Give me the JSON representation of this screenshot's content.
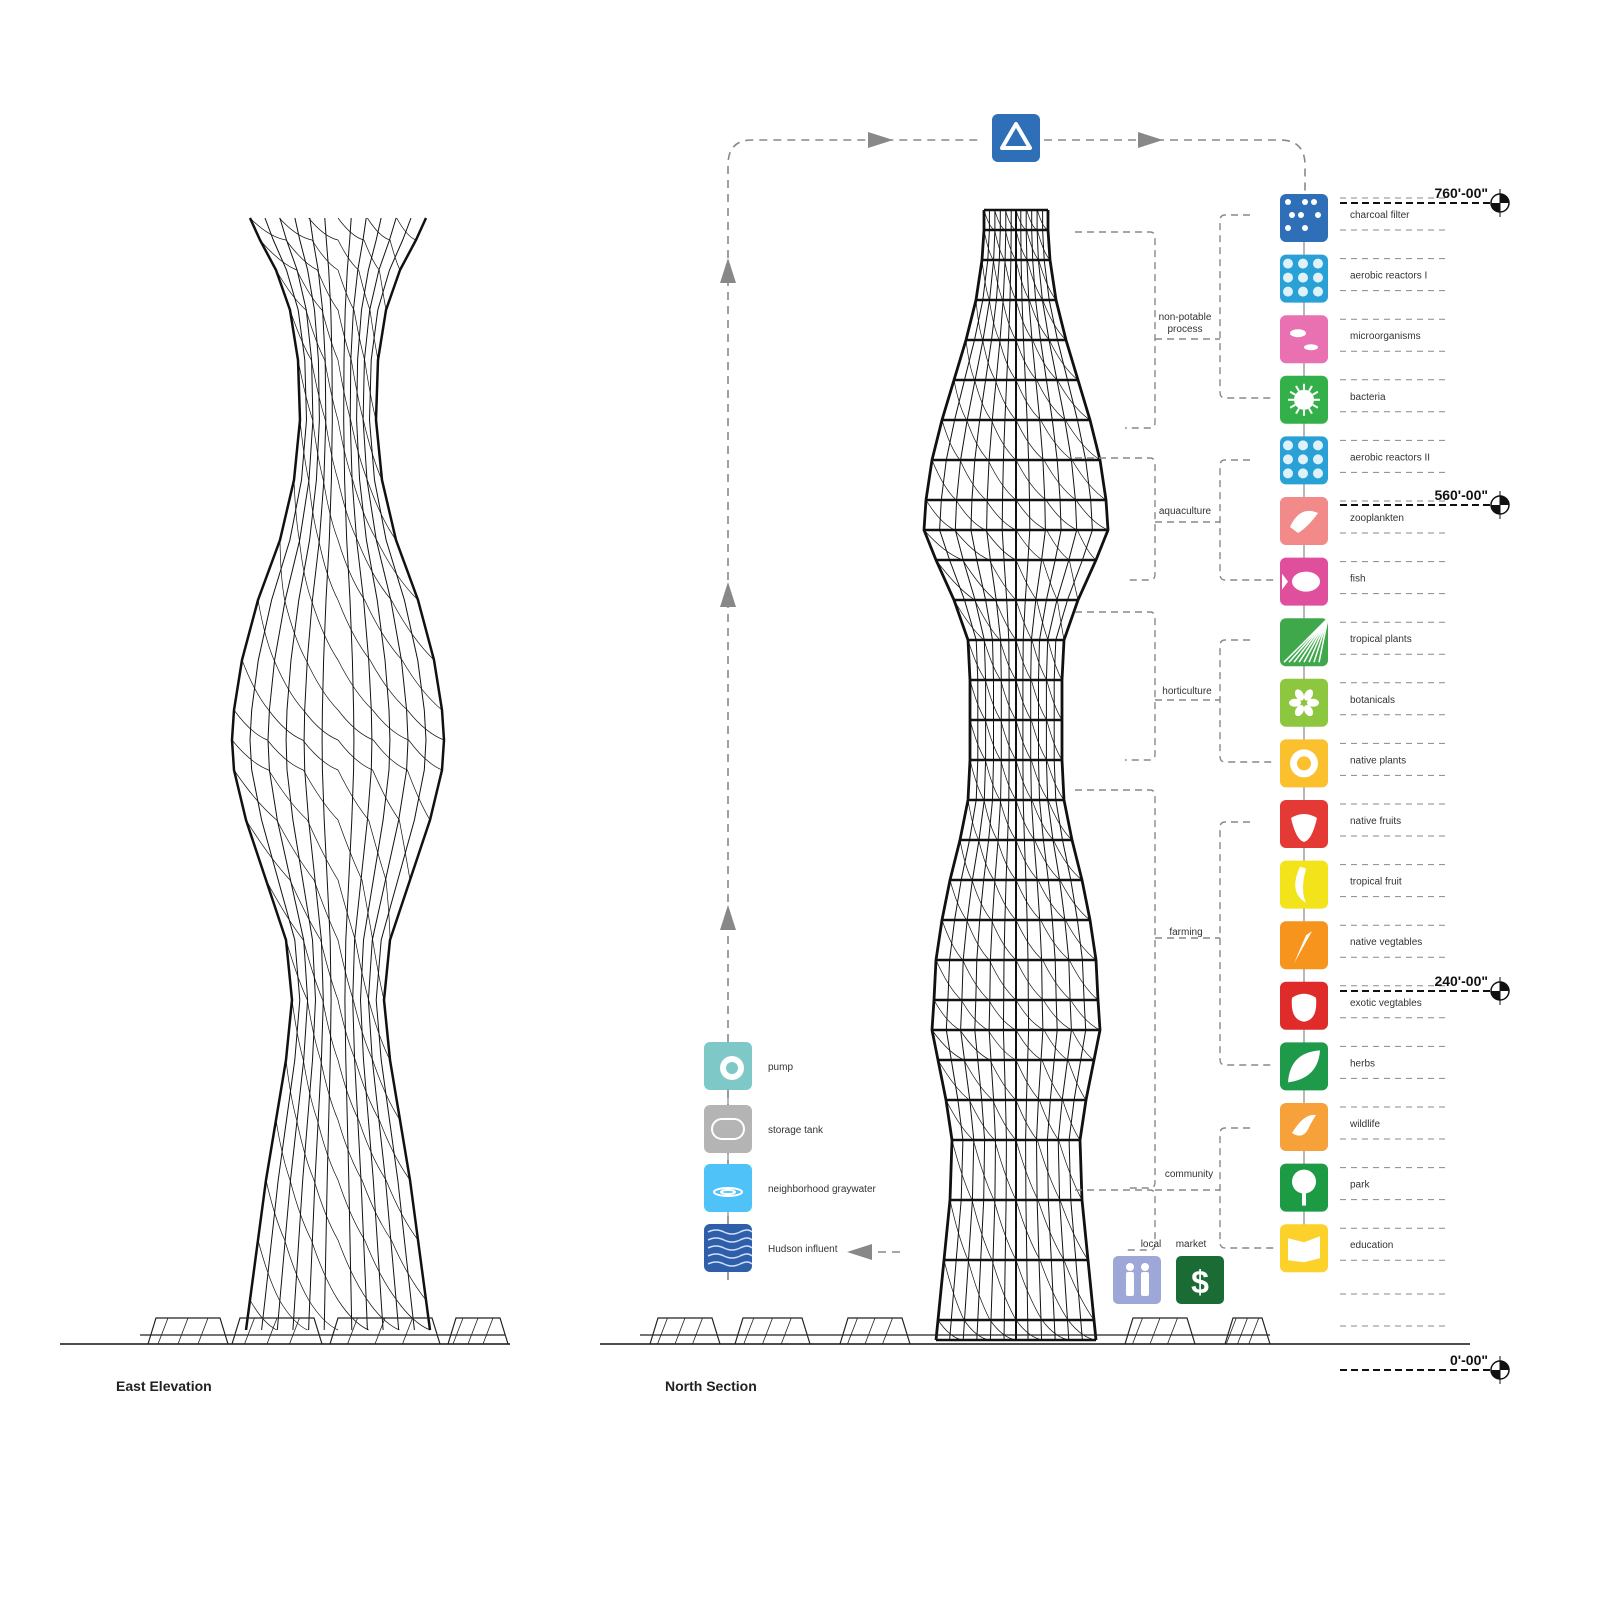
{
  "captions": {
    "left": "East Elevation",
    "right": "North Section"
  },
  "elevations": [
    "760'-00\"",
    "560'-00\"",
    "240'-00\"",
    "0'-00\""
  ],
  "categories": {
    "nonpotable": "non-potable process",
    "aquaculture": "aquaculture",
    "horticulture": "horticulture",
    "farming": "farming",
    "community": "community",
    "local": "local",
    "market": "market"
  },
  "legend": [
    {
      "label": "charcoal filter",
      "color": "#2f6fb8",
      "icon": "bubbles-icon"
    },
    {
      "label": "aerobic reactors I",
      "color": "#2aa1d6",
      "icon": "reactor-icon"
    },
    {
      "label": "microorganisms",
      "color": "#e970b1",
      "icon": "microorganism-icon"
    },
    {
      "label": "bacteria",
      "color": "#33b04a",
      "icon": "bacteria-icon"
    },
    {
      "label": "aerobic reactors II",
      "color": "#2aa1d6",
      "icon": "reactor-icon"
    },
    {
      "label": "zooplankten",
      "color": "#f38a8a",
      "icon": "shrimp-icon"
    },
    {
      "label": "fish",
      "color": "#e04f9c",
      "icon": "fish-icon"
    },
    {
      "label": "tropical plants",
      "color": "#3ea84a",
      "icon": "palm-leaf-icon"
    },
    {
      "label": "botanicals",
      "color": "#8dc63f",
      "icon": "flower-icon"
    },
    {
      "label": "native plants",
      "color": "#fbc02d",
      "icon": "sunflower-icon"
    },
    {
      "label": "native fruits",
      "color": "#e53935",
      "icon": "strawberry-icon"
    },
    {
      "label": "tropical fruit",
      "color": "#f2e31b",
      "icon": "banana-icon"
    },
    {
      "label": "native vegtables",
      "color": "#f7941d",
      "icon": "carrot-icon"
    },
    {
      "label": "exotic vegtables",
      "color": "#e02b2b",
      "icon": "pepper-icon"
    },
    {
      "label": "herbs",
      "color": "#1f9a4a",
      "icon": "herb-leaf-icon"
    },
    {
      "label": "wildlife",
      "color": "#f7a13a",
      "icon": "bird-icon"
    },
    {
      "label": "park",
      "color": "#1c9a44",
      "icon": "tree-icon"
    },
    {
      "label": "education",
      "color": "#fcd12a",
      "icon": "book-icon"
    }
  ],
  "source": [
    {
      "label": "pump",
      "color": "#7ec8c8",
      "icon": "pump-icon"
    },
    {
      "label": "storage tank",
      "color": "#b4b4b4",
      "icon": "tank-icon"
    },
    {
      "label": "neighborhood graywater",
      "color": "#4fc3f7",
      "icon": "water-drop-icon"
    },
    {
      "label": "Hudson influent",
      "color": "#2f5fa8",
      "icon": "river-icon"
    }
  ],
  "market_icons": [
    {
      "color": "#9ea8d8",
      "icon": "people-icon"
    },
    {
      "color": "#1b6b35",
      "icon": "dollar-icon"
    }
  ],
  "recycle": {
    "color": "#2f6fb8",
    "icon": "recycle-icon"
  }
}
